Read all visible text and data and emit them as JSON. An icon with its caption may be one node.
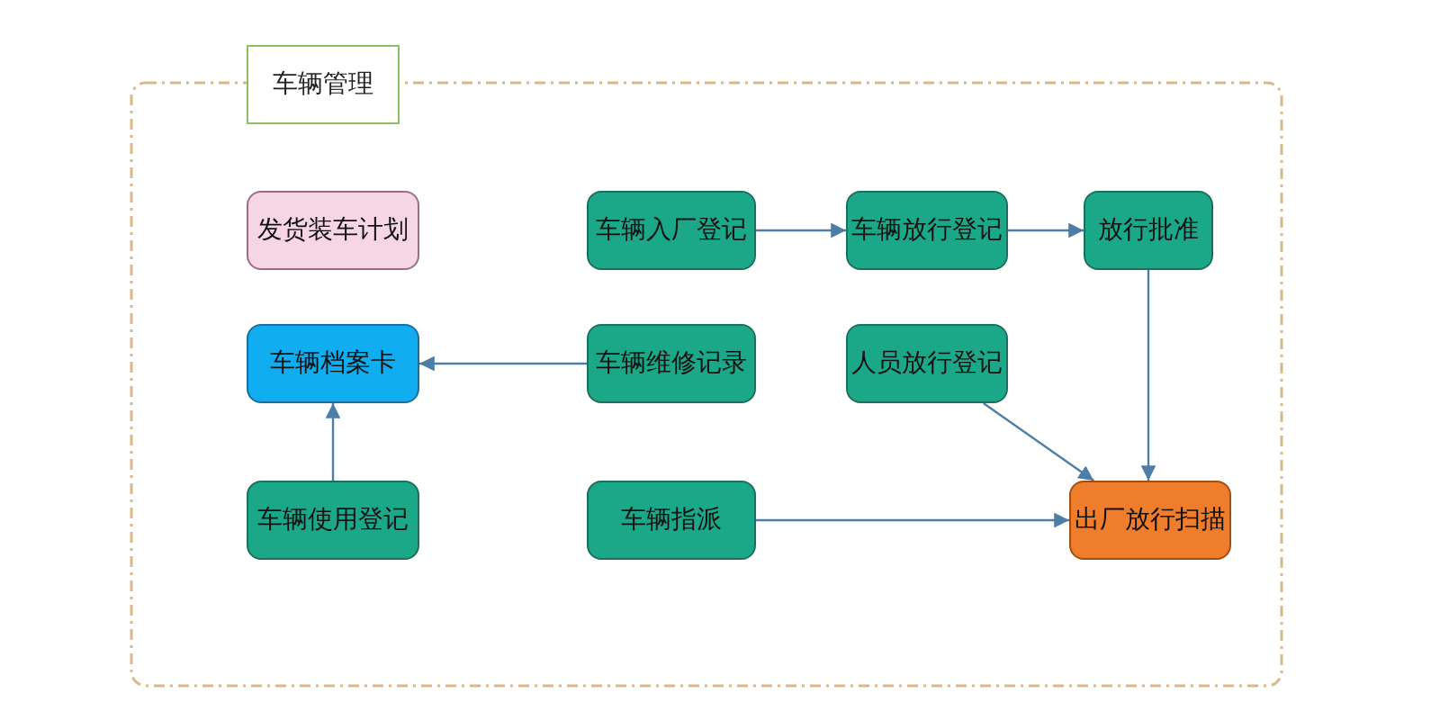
{
  "diagram": {
    "nodes": [
      {
        "text": [
          "车辆管理"
        ]
      },
      {
        "text": [
          "发货装车计划"
        ],
        "in": 0
      },
      {
        "text": [
          "车辆入厂登记"
        ],
        "in": 0
      },
      {
        "text": [
          "车辆放行登记"
        ],
        "in": 0
      },
      {
        "text": [
          "放行批准"
        ],
        "in": 0
      },
      {
        "text": [
          "车辆档案卡"
        ],
        "in": 0
      },
      {
        "text": [
          "车辆维修记录"
        ],
        "in": 0
      },
      {
        "text": [
          "人员放行登记"
        ],
        "in": 0
      },
      {
        "text": [
          "车辆使用登记"
        ],
        "in": 0
      },
      {
        "text": [
          "车辆指派"
        ],
        "in": 0
      },
      {
        "text": [
          "出厂放行扫描"
        ],
        "in": 0
      }
    ],
    "edges": [
      {
        "from": 2,
        "to": 3,
        "arrow": "to"
      },
      {
        "from": 3,
        "to": 4,
        "arrow": "to"
      },
      {
        "from": 4,
        "to": 10,
        "arrow": "to"
      },
      {
        "from": 6,
        "to": 5,
        "arrow": "to"
      },
      {
        "from": 8,
        "to": 5,
        "arrow": "to"
      },
      {
        "from": 7,
        "to": 10,
        "arrow": "to"
      },
      {
        "from": 9,
        "to": 10,
        "arrow": "to"
      }
    ]
  }
}
